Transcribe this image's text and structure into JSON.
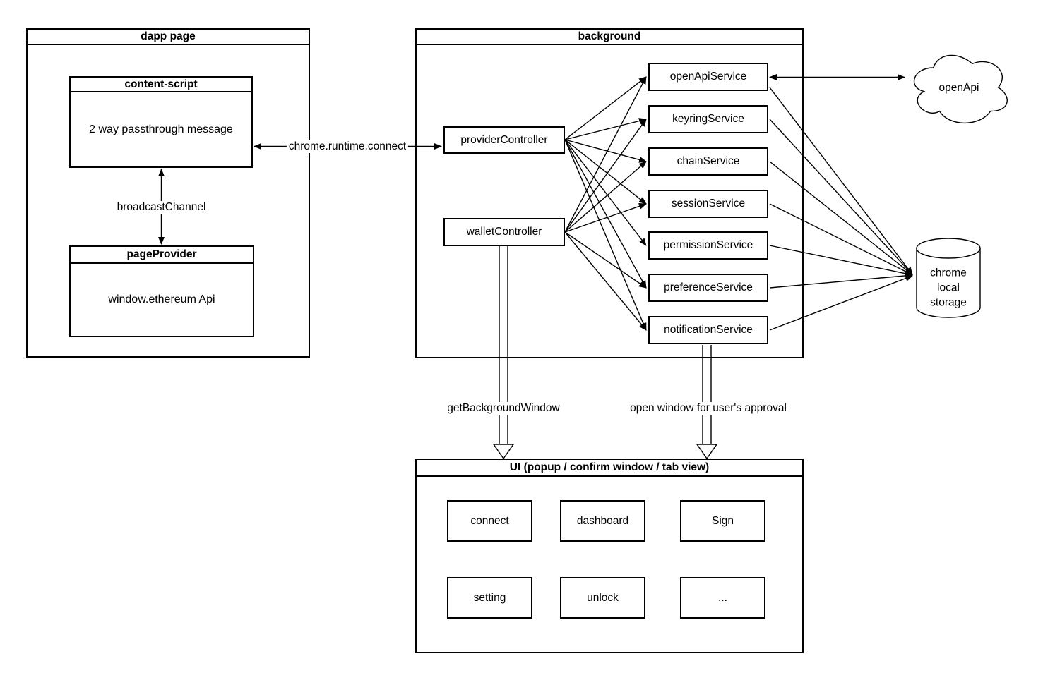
{
  "diagram": {
    "dapp_page": {
      "title": "dapp page",
      "content_script": {
        "title": "content-script",
        "body": "2 way passthrough message"
      },
      "page_provider": {
        "title": "pageProvider",
        "body": "window.ethereum Api"
      }
    },
    "background": {
      "title": "background",
      "provider_controller": "providerController",
      "wallet_controller": "walletController",
      "services": [
        "openApiService",
        "keyringService",
        "chainService",
        "sessionService",
        "permissionService",
        "preferenceService",
        "notificationService"
      ]
    },
    "cloud": {
      "label": "openApi"
    },
    "storage": {
      "lines": [
        "chrome",
        "local",
        "storage"
      ]
    },
    "ui": {
      "title": "UI (popup / confirm window / tab view)",
      "boxes": [
        "connect",
        "dashboard",
        "Sign",
        "setting",
        "unlock",
        "..."
      ]
    },
    "edges": [
      {
        "id": "runtime",
        "from": "content-script",
        "to": "providerController",
        "label": "chrome.runtime.connect",
        "direction": "both"
      },
      {
        "id": "broadcast",
        "from": "content-script",
        "to": "pageProvider",
        "label": "broadcastChannel",
        "direction": "both"
      },
      {
        "id": "pc-openApiService",
        "from": "providerController",
        "to": "openApiService"
      },
      {
        "id": "pc-keyringService",
        "from": "providerController",
        "to": "keyringService"
      },
      {
        "id": "pc-chainService",
        "from": "providerController",
        "to": "chainService"
      },
      {
        "id": "pc-sessionService",
        "from": "providerController",
        "to": "sessionService"
      },
      {
        "id": "pc-permissionService",
        "from": "providerController",
        "to": "permissionService"
      },
      {
        "id": "pc-preferenceService",
        "from": "providerController",
        "to": "preferenceService"
      },
      {
        "id": "pc-notificationService",
        "from": "providerController",
        "to": "notificationService"
      },
      {
        "id": "wc-openApiService",
        "from": "walletController",
        "to": "openApiService"
      },
      {
        "id": "wc-keyringService",
        "from": "walletController",
        "to": "keyringService"
      },
      {
        "id": "wc-chainService",
        "from": "walletController",
        "to": "chainService"
      },
      {
        "id": "wc-sessionService",
        "from": "walletController",
        "to": "sessionService"
      },
      {
        "id": "wc-preferenceService",
        "from": "walletController",
        "to": "preferenceService"
      },
      {
        "id": "wc-notificationService",
        "from": "walletController",
        "to": "notificationService"
      },
      {
        "id": "cloud-link",
        "from": "openApiService",
        "to": "openApi",
        "direction": "both"
      },
      {
        "id": "st-openApiService",
        "from": "openApiService",
        "to": "chrome local storage"
      },
      {
        "id": "st-keyringService",
        "from": "keyringService",
        "to": "chrome local storage"
      },
      {
        "id": "st-chainService",
        "from": "chainService",
        "to": "chrome local storage"
      },
      {
        "id": "st-sessionService",
        "from": "sessionService",
        "to": "chrome local storage"
      },
      {
        "id": "st-permissionService",
        "from": "permissionService",
        "to": "chrome local storage"
      },
      {
        "id": "st-preferenceService",
        "from": "preferenceService",
        "to": "chrome local storage"
      },
      {
        "id": "st-notificationService",
        "from": "notificationService",
        "to": "chrome local storage"
      },
      {
        "id": "hollow-left",
        "from": "walletController",
        "to": "UI",
        "label": "getBackgroundWindow",
        "style": "hollow"
      },
      {
        "id": "hollow-right",
        "from": "notificationService",
        "to": "UI",
        "label": "open window for user's approval",
        "style": "hollow"
      }
    ]
  }
}
